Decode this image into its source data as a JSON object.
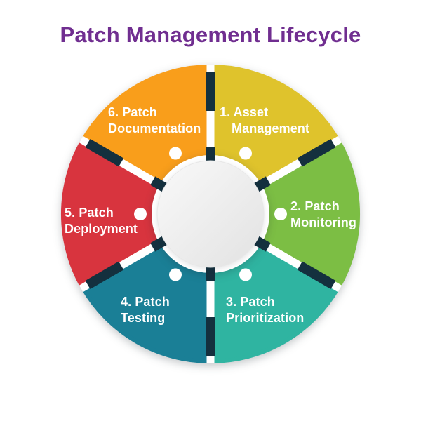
{
  "title": {
    "text": "Patch Management Lifecycle",
    "color": "#702E90"
  },
  "wheel": {
    "label_text_color": "#FFFFFF",
    "divider_color": "#FFFFFF",
    "tick_color": "#14303E",
    "dot_color": "#FFFFFF",
    "center_circle": {
      "ring_color": "#FFFFFF",
      "face_from": "#F9F9F9",
      "face_to": "#E2E2E2",
      "edge_color": "#E8E8E8"
    },
    "segments": [
      {
        "label_line1": "1. Asset",
        "label_line2": "Management",
        "color": "#DFC32C"
      },
      {
        "label_line1": "2. Patch",
        "label_line2": "Monitoring",
        "color": "#7CBE44"
      },
      {
        "label_line1": "3. Patch",
        "label_line2": "Prioritization",
        "color": "#2FB4A1"
      },
      {
        "label_line1": "4. Patch",
        "label_line2": "Testing",
        "color": "#1A7F96"
      },
      {
        "label_line1": "5. Patch",
        "label_line2": "Deployment",
        "color": "#D8343E"
      },
      {
        "label_line1": "6. Patch",
        "label_line2": "Documentation",
        "color": "#F99E1B"
      }
    ]
  }
}
